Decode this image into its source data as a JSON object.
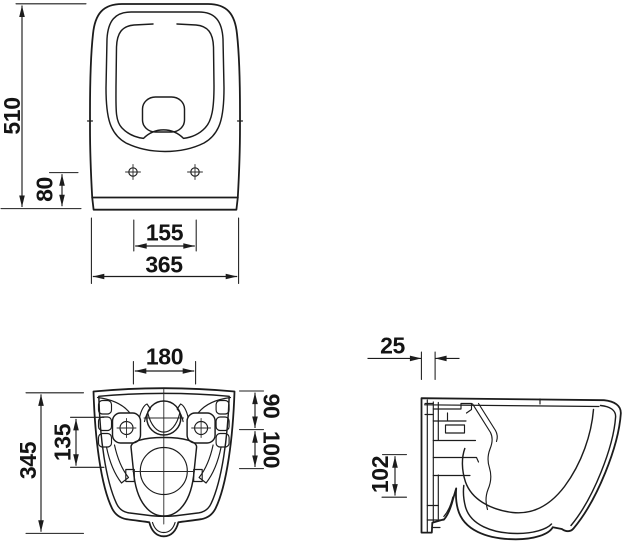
{
  "drawing": {
    "background": "#ffffff",
    "line_color": "#1c1c1c",
    "text_color": "#141414",
    "views": {
      "front": {
        "dims": {
          "total_height": "510",
          "holes_to_bottom": "80",
          "bolt_spacing": "155",
          "total_width": "365"
        }
      },
      "top": {
        "dims": {
          "bolt_spacing": "180",
          "inlet_to_drain": "135",
          "total_depth": "345",
          "back_to_holes": "90",
          "holes_to_drain": "100"
        }
      },
      "side": {
        "dims": {
          "wall_offset": "25",
          "outlet_height": "102"
        }
      }
    }
  }
}
